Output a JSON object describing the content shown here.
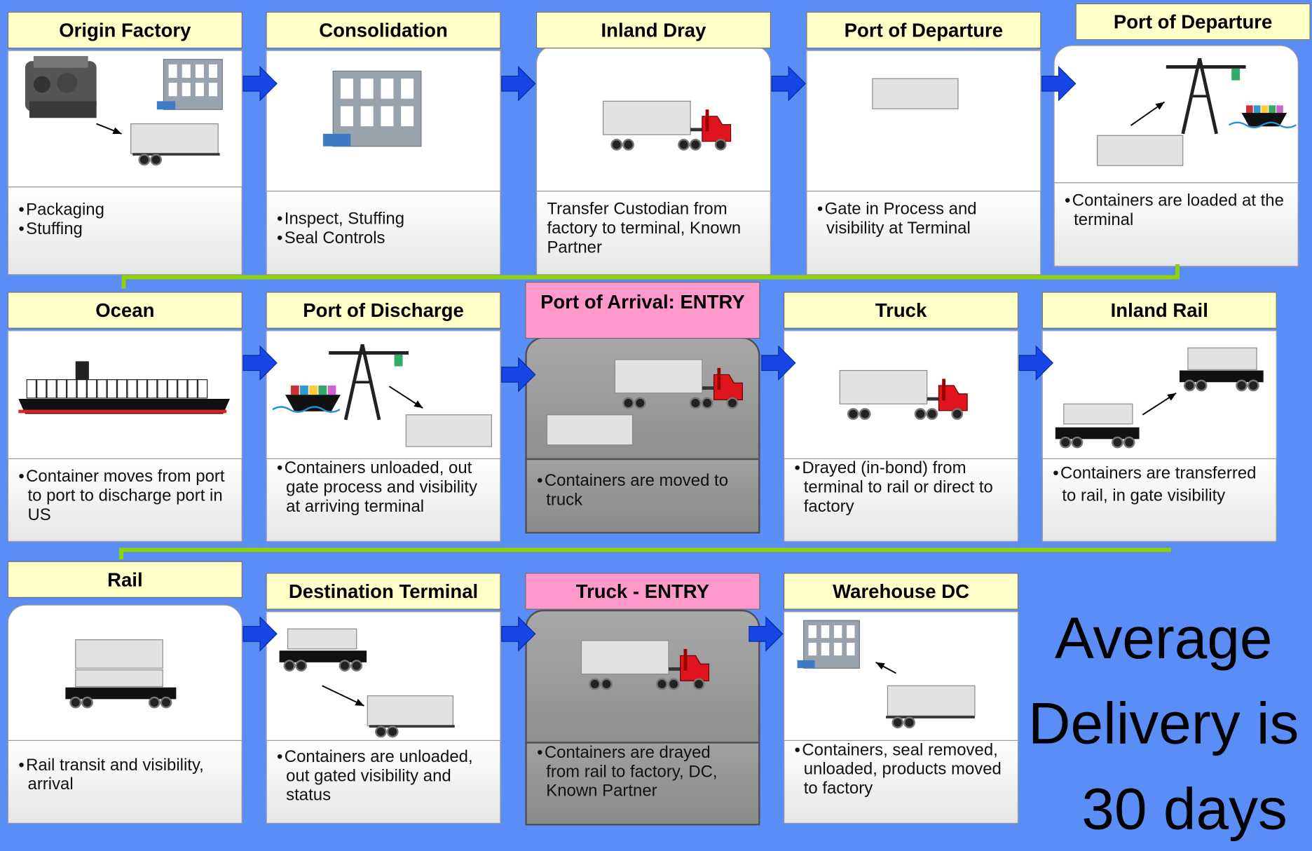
{
  "rows": [
    [
      {
        "title": "Origin Factory",
        "bullets": [
          "Packaging",
          "Stuffing"
        ]
      },
      {
        "title": "Consolidation",
        "bullets": [
          "Inspect, Stuffing",
          "Seal Controls"
        ]
      },
      {
        "title": "Inland Dray",
        "text": "Transfer Custodian from factory to terminal, Known Partner"
      },
      {
        "title": "Port of Departure",
        "bullets": [
          "Gate in Process and visibility at Terminal"
        ]
      },
      {
        "title": "Port of Departure",
        "bullets": [
          "Containers are loaded at the terminal"
        ]
      }
    ],
    [
      {
        "title": "Ocean",
        "bullets": [
          "Container moves from port to port to discharge port in US"
        ]
      },
      {
        "title": "Port of Discharge",
        "bullets": [
          "Containers unloaded, out gate process and visibility at arriving terminal"
        ]
      },
      {
        "title": "Port of Arrival: ENTRY",
        "bullets": [
          "Containers are moved to truck"
        ]
      },
      {
        "title": "Truck",
        "bullets": [
          "Drayed (in-bond) from terminal to rail or direct to factory"
        ]
      },
      {
        "title": "Inland Rail",
        "bullets": [
          "Containers are transferred to rail, in gate visibility"
        ]
      }
    ],
    [
      {
        "title": "Rail",
        "bullets": [
          "Rail transit and visibility, arrival"
        ]
      },
      {
        "title": "Destination Terminal",
        "bullets": [
          "Containers are unloaded, out gated visibility and status"
        ]
      },
      {
        "title": "Truck - ENTRY",
        "bullets": [
          "Containers are drayed from rail to factory, DC, Known Partner"
        ]
      },
      {
        "title": "Warehouse DC",
        "bullets": [
          "Containers, seal removed, unloaded, products moved to factory"
        ]
      }
    ]
  ],
  "summary": {
    "line1": "Average",
    "line2": "Delivery is",
    "line3": "30 days"
  },
  "colors": {
    "background": "#5a8ef6",
    "header": "#ffffc8",
    "entry_header": "#ff99cc",
    "connector": "#8ed400",
    "arrow": "#1646e6",
    "truck_cab": "#e0141e"
  }
}
